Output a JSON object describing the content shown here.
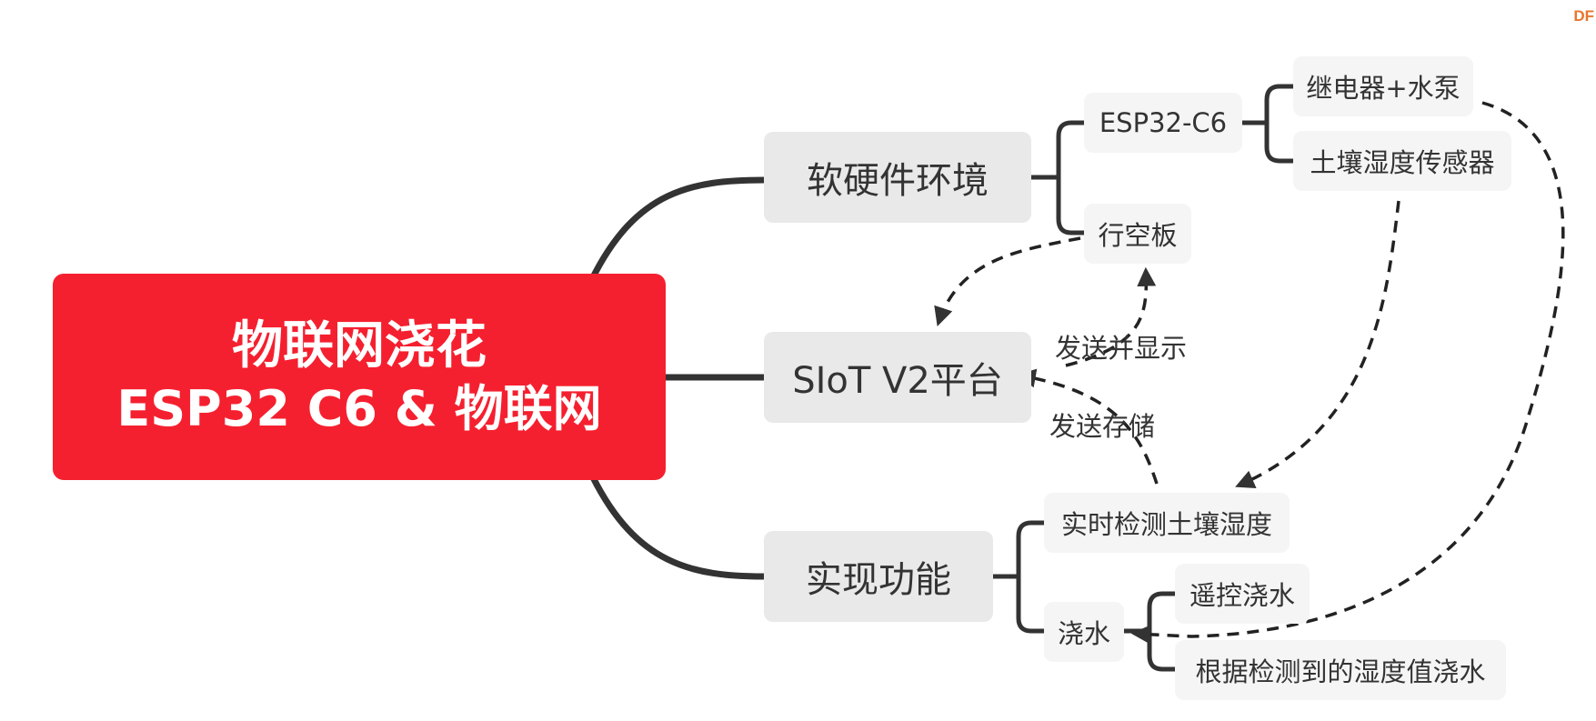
{
  "logo": "DF",
  "root": {
    "line1": "物联网浇花",
    "line2": "ESP32 C6 & 物联网"
  },
  "branches": {
    "hw": {
      "label": "软硬件环境",
      "children": {
        "esp32": "ESP32-C6",
        "relay": "继电器+水泵",
        "soil": "土壤湿度传感器",
        "unihiker": "行空板"
      }
    },
    "siot": {
      "label": "SIoT V2平台"
    },
    "func": {
      "label": "实现功能",
      "children": {
        "detect": "实时检测土壤湿度",
        "water": "浇水",
        "remote": "遥控浇水",
        "auto": "根据检测到的湿度值浇水"
      }
    }
  },
  "edge_labels": {
    "send_display": "发送并显示",
    "send_store": "发送存储"
  },
  "colors": {
    "root_bg": "#f5202f",
    "level1_bg": "#e9e9e9",
    "level2_bg": "#f5f5f5",
    "line": "#333333",
    "logo": "#e8762d"
  }
}
